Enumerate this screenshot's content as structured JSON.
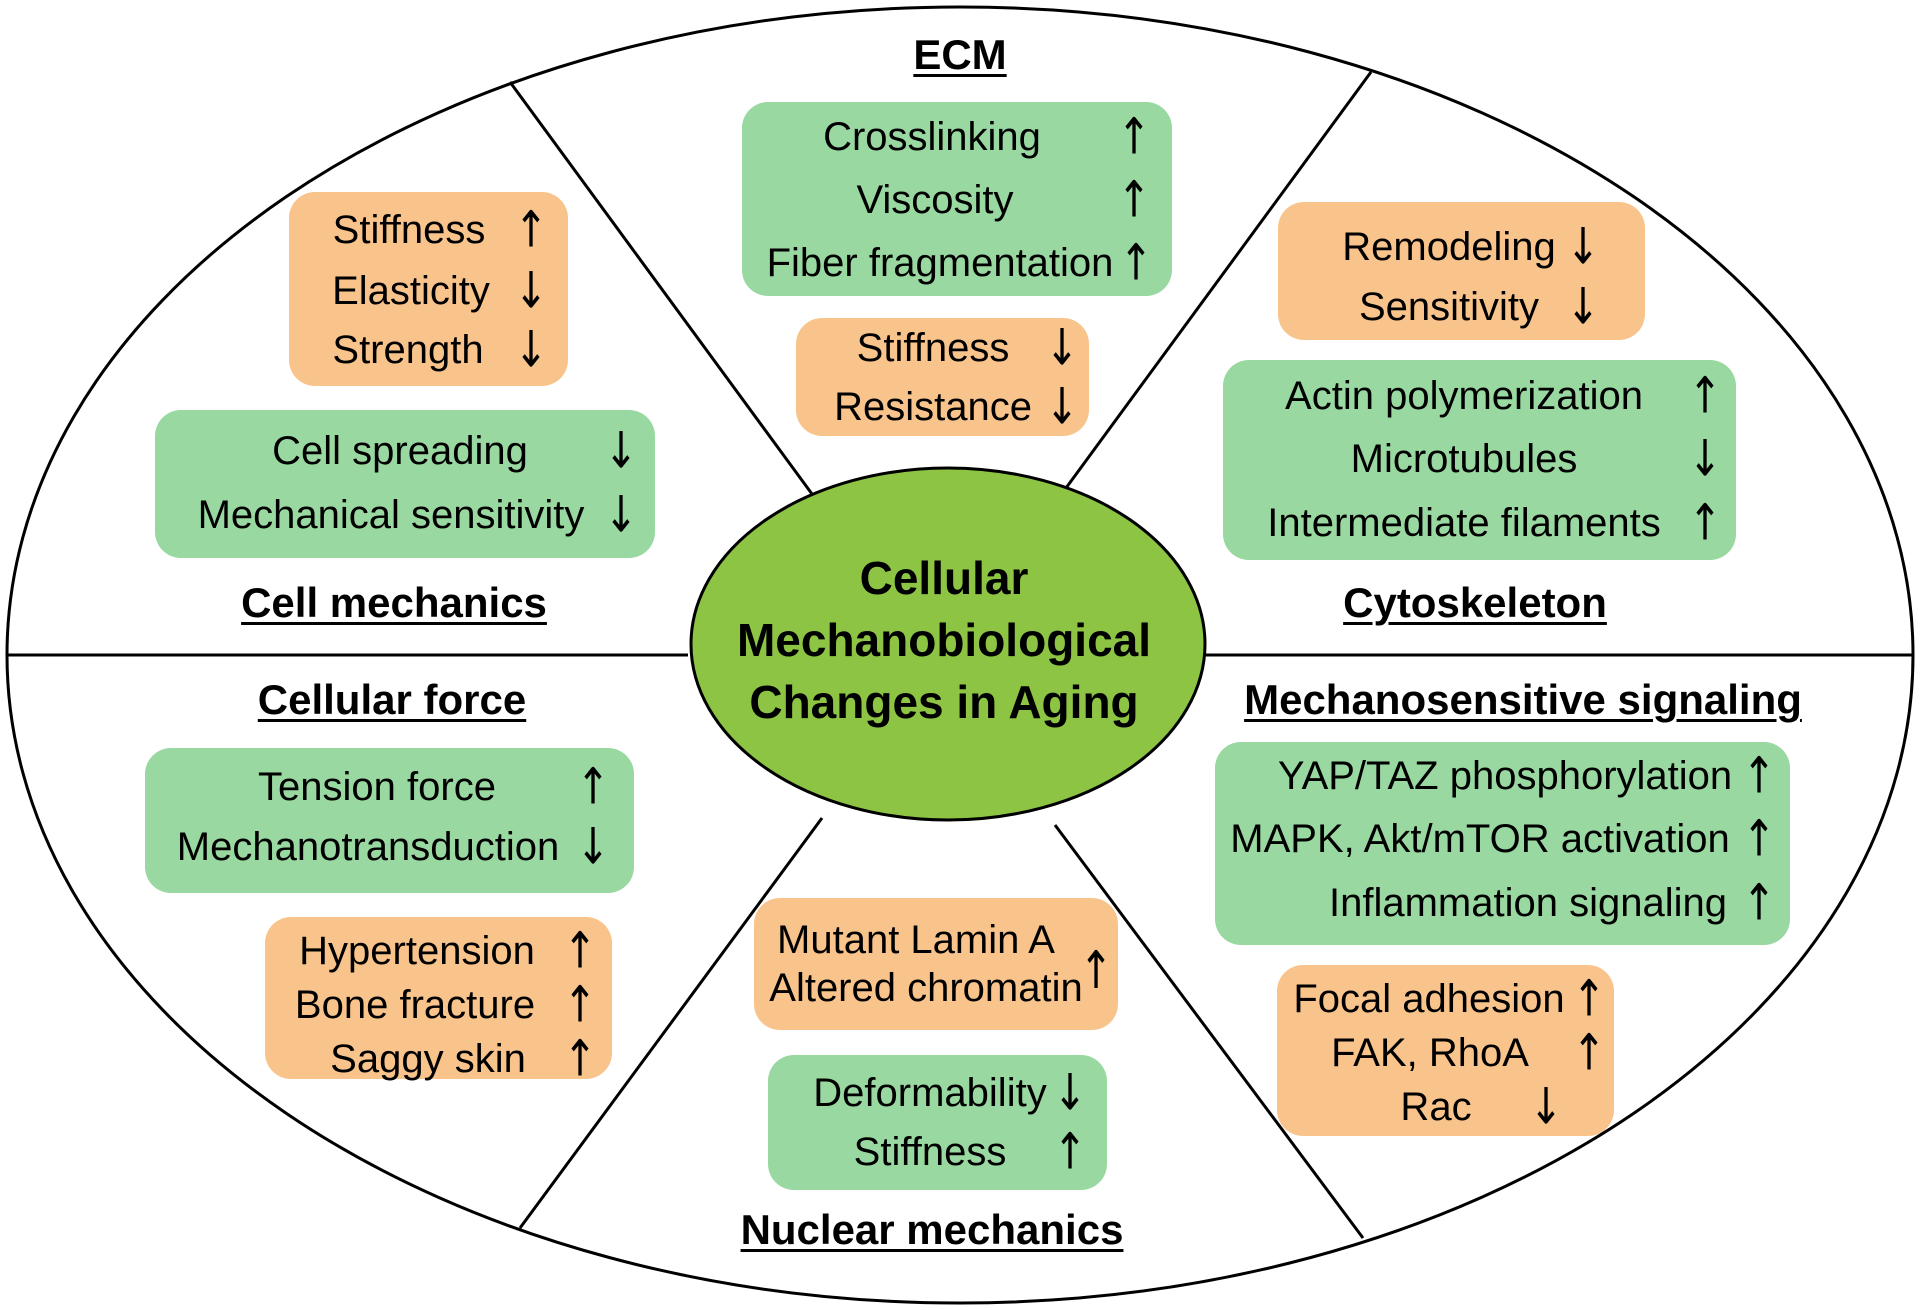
{
  "center": {
    "lines": [
      "Cellular",
      "Mechanobiological",
      "Changes in Aging"
    ]
  },
  "colors": {
    "green_box": "#99d8a0",
    "orange_box": "#f9c48c",
    "center_fill": "#8dc443"
  },
  "sections": {
    "ecm": {
      "title": "ECM",
      "green": [
        {
          "label": "Crosslinking",
          "trend": "↑"
        },
        {
          "label": "Viscosity",
          "trend": "↑"
        },
        {
          "label": "Fiber fragmentation",
          "trend": "↑"
        }
      ],
      "orange": [
        {
          "label": "Stiffness",
          "trend": "↓"
        },
        {
          "label": "Resistance",
          "trend": "↓"
        }
      ]
    },
    "cell_mechanics": {
      "title": "Cell mechanics",
      "orange": [
        {
          "label": "Stiffness",
          "trend": "↑"
        },
        {
          "label": "Elasticity",
          "trend": "↓"
        },
        {
          "label": "Strength",
          "trend": "↓"
        }
      ],
      "green": [
        {
          "label": "Cell spreading",
          "trend": "↓"
        },
        {
          "label": "Mechanical sensitivity",
          "trend": "↓"
        }
      ]
    },
    "cytoskeleton": {
      "title": "Cytoskeleton",
      "orange": [
        {
          "label": "Remodeling",
          "trend": "↓"
        },
        {
          "label": "Sensitivity",
          "trend": "↓"
        }
      ],
      "green": [
        {
          "label": "Actin polymerization",
          "trend": "↑"
        },
        {
          "label": "Microtubules",
          "trend": "↓"
        },
        {
          "label": "Intermediate filaments",
          "trend": "↑"
        }
      ]
    },
    "cellular_force": {
      "title": "Cellular force",
      "green": [
        {
          "label": "Tension force",
          "trend": "↑"
        },
        {
          "label": "Mechanotransduction",
          "trend": "↓"
        }
      ],
      "orange": [
        {
          "label": "Hypertension",
          "trend": "↑"
        },
        {
          "label": "Bone fracture",
          "trend": "↑"
        },
        {
          "label": "Saggy skin",
          "trend": "↑"
        }
      ]
    },
    "nuclear_mechanics": {
      "title": "Nuclear mechanics",
      "orange": {
        "lines": [
          "Mutant Lamin A",
          "Altered chromatin"
        ],
        "trend": "↑"
      },
      "green": [
        {
          "label": "Deformability",
          "trend": "↓"
        },
        {
          "label": "Stiffness",
          "trend": "↑"
        }
      ]
    },
    "mechanosensitive_signaling": {
      "title": "Mechanosensitive signaling",
      "green": [
        {
          "label": "YAP/TAZ phosphorylation",
          "trend": "↑"
        },
        {
          "label": "MAPK, Akt/mTOR activation",
          "trend": "↑"
        },
        {
          "label": "Inflammation signaling",
          "trend": "↑"
        }
      ],
      "orange": [
        {
          "label": "Focal adhesion",
          "trend": "↑"
        },
        {
          "label": "FAK, RhoA",
          "trend": "↑"
        },
        {
          "label": "Rac",
          "trend": "↓"
        }
      ]
    }
  }
}
